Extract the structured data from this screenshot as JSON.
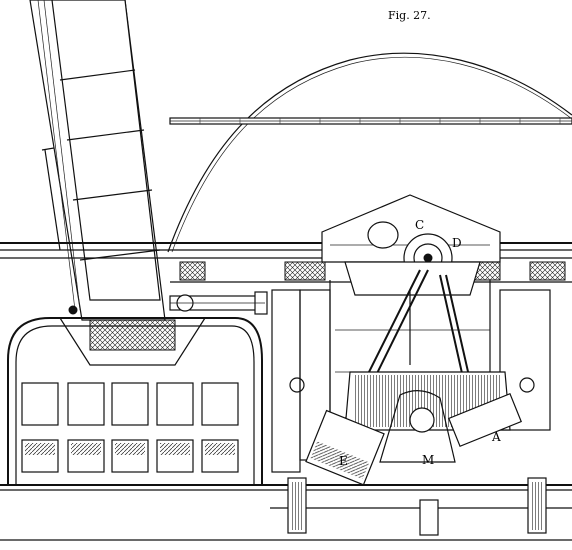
{
  "figure": {
    "caption": "Fig. 27.",
    "labels": {
      "c": "C",
      "d": "D",
      "e": "E",
      "m": "M",
      "a": "A"
    }
  }
}
